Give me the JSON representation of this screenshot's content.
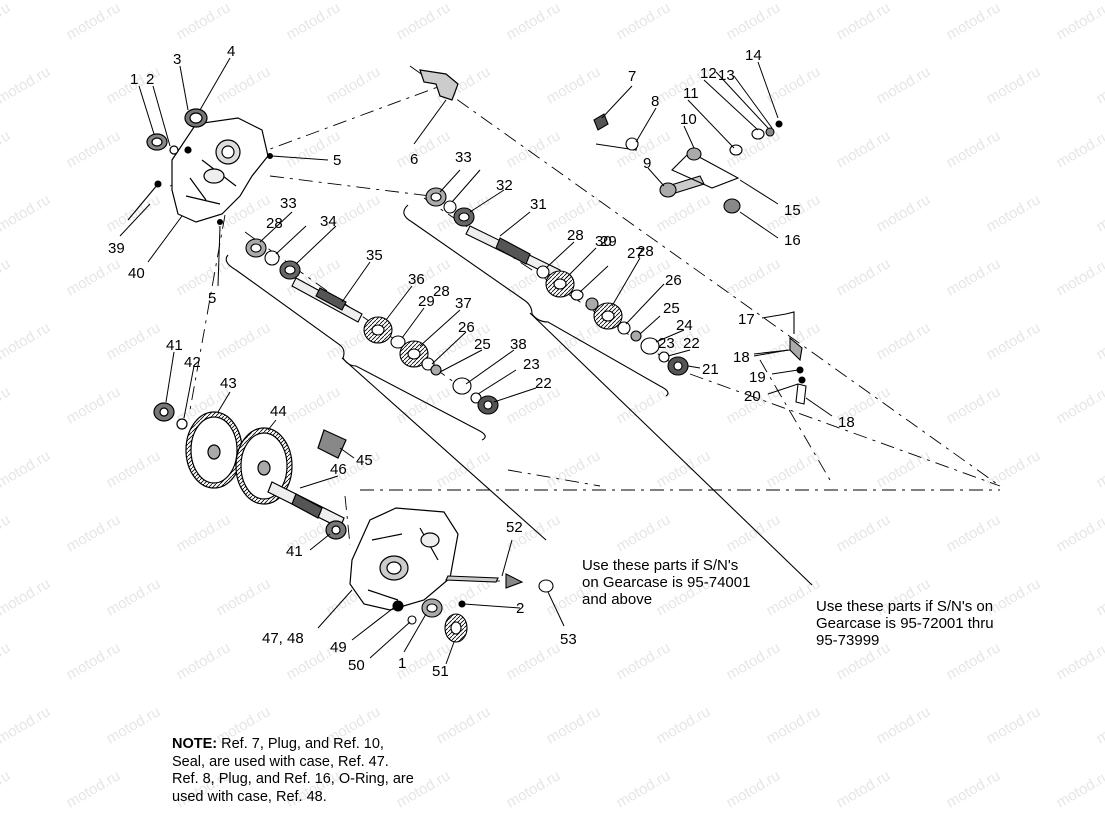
{
  "watermark": "motod.ru",
  "refs": [
    "1",
    "2",
    "3",
    "4",
    "5",
    "5",
    "6",
    "7",
    "8",
    "9",
    "10",
    "11",
    "12",
    "13",
    "14",
    "15",
    "16",
    "17",
    "18",
    "18",
    "19",
    "20",
    "21",
    "22",
    "22",
    "23",
    "23",
    "24",
    "25",
    "25",
    "26",
    "26",
    "27",
    "28",
    "28",
    "28",
    "28",
    "29",
    "29",
    "30",
    "31",
    "32",
    "33",
    "33",
    "34",
    "35",
    "36",
    "37",
    "38",
    "39",
    "40",
    "41",
    "41",
    "42",
    "43",
    "44",
    "45",
    "46",
    "47, 48",
    "49",
    "50",
    "1",
    "2",
    "51",
    "52",
    "53"
  ],
  "callouts": {
    "upper": "Use these parts if S/N's\non Gearcase is 95-74001\nand above",
    "lower": "Use these parts if S/N's on\nGearcase is 95-72001 thru\n95-73999"
  },
  "note": {
    "label": "NOTE:",
    "line1": " Ref. 7, Plug, and Ref. 10,",
    "line2": "Seal, are used with case, Ref. 47.",
    "line3": "Ref. 8, Plug, and Ref. 16, O-Ring, are",
    "line4": "used with case, Ref. 48."
  }
}
